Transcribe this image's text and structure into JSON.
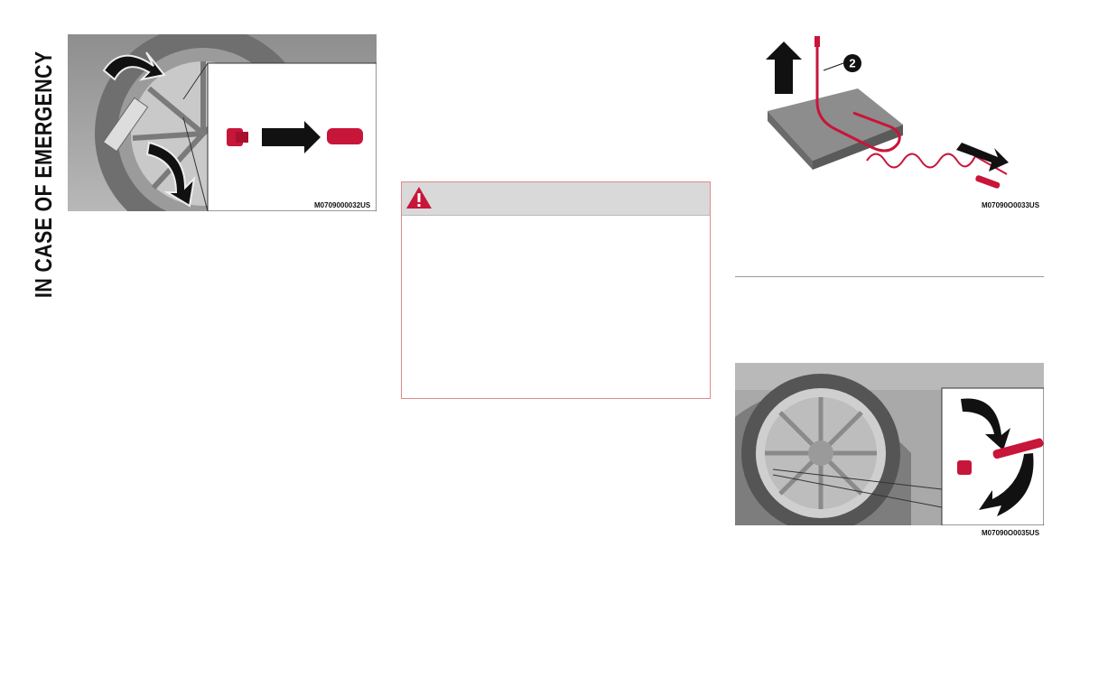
{
  "section": {
    "title": "IN CASE OF EMERGENCY"
  },
  "figures": {
    "valve_cap": {
      "code": "M0709000032US"
    },
    "compressor": {
      "code": "M07090O0033US",
      "callout": "2"
    },
    "wheel_valve": {
      "code": "M07090O0035US"
    }
  },
  "warning": {
    "icon": "warning-triangle-icon"
  },
  "colors": {
    "accent_red": "#c8153a",
    "warning_border": "#e08a8a",
    "header_gray": "#d9d9d9"
  }
}
